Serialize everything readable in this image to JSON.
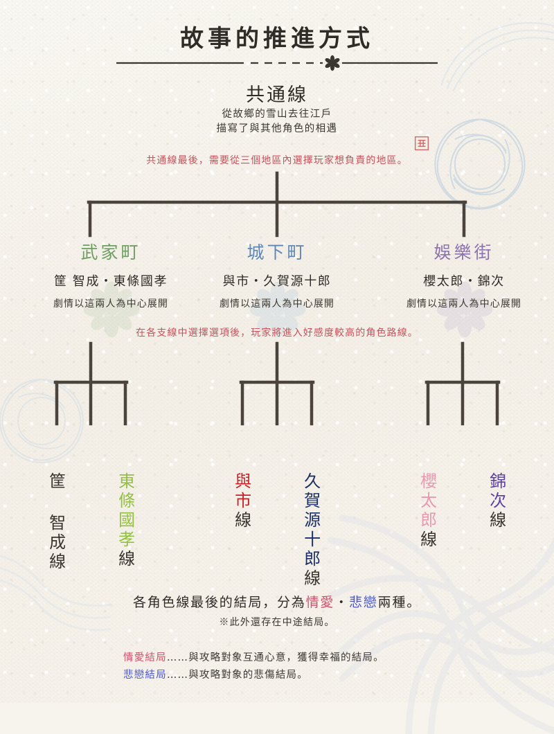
{
  "header": {
    "title": "故事的推進方式",
    "divider_ornament": "flower-ornament"
  },
  "common_route": {
    "title": "共通線",
    "desc_line1": "從故鄉的雪山去往江戶",
    "desc_line2": "描寫了與其他角色的相遇",
    "note": "共通線最後，需要從三個地區內選擇玩家想負責的地區。"
  },
  "branch_note": "在各支線中選擇選項後，玩家將進入好感度較高的角色路線。",
  "regions": [
    {
      "name": "武家町",
      "color": "#6f9e62",
      "characters": "筐 智成・東條國孝",
      "desc": "劇情以這兩人為中心展開"
    },
    {
      "name": "城下町",
      "color": "#5f87b5",
      "characters": "與市・久賀源十郎",
      "desc": "劇情以這兩人為中心展開"
    },
    {
      "name": "娛樂街",
      "color": "#8e74ae",
      "characters": "櫻太郎・錦次",
      "desc": "劇情以這兩人為中心展開"
    }
  ],
  "routes": [
    {
      "name": "筐 智成",
      "suffix": "線",
      "color": "#3a3630"
    },
    {
      "name": "東條國孝",
      "suffix": "線",
      "color": "#93c03f"
    },
    {
      "name": "與市",
      "suffix": "線",
      "color": "#cc2027"
    },
    {
      "name": "久賀源十郎",
      "suffix": "線",
      "color": "#1b2f66"
    },
    {
      "name": "櫻太郎",
      "suffix": "線",
      "color": "#e79aaf"
    },
    {
      "name": "錦次",
      "suffix": "線",
      "color": "#5b3fa8"
    }
  ],
  "endings": {
    "line_a": "各角色線最後的結局，分為",
    "love_word": "情愛",
    "separator": "・",
    "sad_word": "悲戀",
    "line_b": "兩種。",
    "sub": "※此外還存在中途結局。",
    "legend_love_label": "情愛結局",
    "legend_love_dots": "……",
    "legend_love_text": "與攻略對象互通心意，獲得幸福的結局。",
    "legend_sad_label": "悲戀結局",
    "legend_sad_dots": "……",
    "legend_sad_text": "與攻略對象的悲傷結局。",
    "love_color": "#d2506a",
    "sad_color": "#4a56c8"
  },
  "palette": {
    "paper": "#f6f3ec",
    "ink": "#3a3630",
    "line": "#4a443c",
    "note_red": "#c5525c",
    "deco_blue": "#b9cbdf"
  }
}
